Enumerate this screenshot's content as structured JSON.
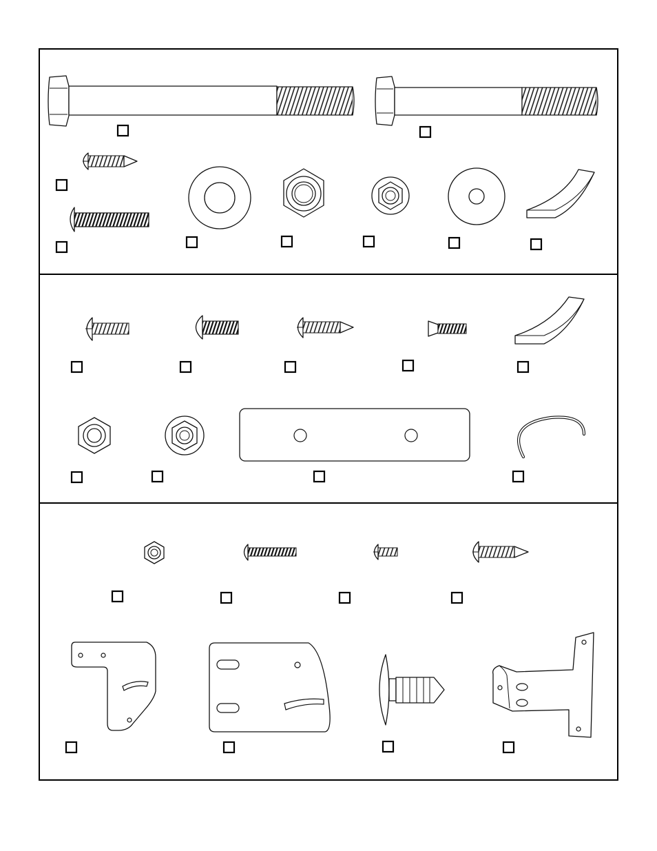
{
  "panels": [
    {
      "id": "panel-1",
      "items": [
        {
          "name": "long-hex-bolt",
          "icon": "hex-bolt-icon",
          "checked": false
        },
        {
          "name": "medium-hex-bolt",
          "icon": "hex-bolt-icon",
          "checked": false
        },
        {
          "name": "pan-head-tapping-screw",
          "icon": "tapping-screw-icon",
          "checked": false
        },
        {
          "name": "button-head-bolt",
          "icon": "button-head-bolt-icon",
          "checked": false
        },
        {
          "name": "large-flat-washer",
          "icon": "washer-icon",
          "checked": false
        },
        {
          "name": "large-lock-nut",
          "icon": "hex-nut-icon",
          "checked": false
        },
        {
          "name": "small-lock-nut",
          "icon": "hex-nut-icon",
          "checked": false
        },
        {
          "name": "small-flat-washer",
          "icon": "washer-icon",
          "checked": false
        },
        {
          "name": "curved-spacer",
          "icon": "spacer-icon",
          "checked": false
        }
      ]
    },
    {
      "id": "panel-2",
      "items": [
        {
          "name": "pan-head-machine-screw",
          "icon": "machine-screw-icon",
          "checked": false
        },
        {
          "name": "button-head-screw",
          "icon": "button-head-bolt-icon",
          "checked": false
        },
        {
          "name": "pan-head-tapping-screw",
          "icon": "tapping-screw-icon",
          "checked": false
        },
        {
          "name": "flat-head-screw",
          "icon": "flat-head-screw-icon",
          "checked": false
        },
        {
          "name": "curved-spacer",
          "icon": "spacer-icon",
          "checked": false
        },
        {
          "name": "hex-lock-nut",
          "icon": "hex-nut-icon",
          "checked": false
        },
        {
          "name": "flange-lock-nut",
          "icon": "hex-nut-icon",
          "checked": false
        },
        {
          "name": "mounting-plate",
          "icon": "plate-icon",
          "checked": false
        },
        {
          "name": "wire-clip",
          "icon": "wire-icon",
          "checked": false
        }
      ]
    },
    {
      "id": "panel-3",
      "items": [
        {
          "name": "small-hex-nut",
          "icon": "hex-nut-icon",
          "checked": false
        },
        {
          "name": "long-machine-screw",
          "icon": "machine-screw-icon",
          "checked": false
        },
        {
          "name": "short-machine-screw",
          "icon": "machine-screw-icon",
          "checked": false
        },
        {
          "name": "tapping-screw",
          "icon": "tapping-screw-icon",
          "checked": false
        },
        {
          "name": "l-bracket",
          "icon": "bracket-icon",
          "checked": false
        },
        {
          "name": "slotted-plate",
          "icon": "plate-icon",
          "checked": false
        },
        {
          "name": "push-rivet",
          "icon": "push-rivet-icon",
          "checked": false
        },
        {
          "name": "z-bracket",
          "icon": "bracket-icon",
          "checked": false
        }
      ]
    }
  ]
}
